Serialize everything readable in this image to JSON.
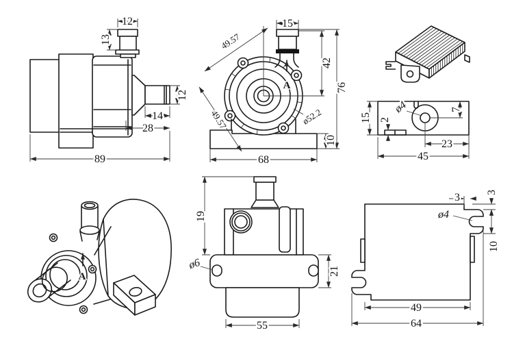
{
  "drawing": {
    "background_color": "#ffffff",
    "line_color": "#1b1b1b",
    "views": {
      "side": {
        "dims": {
          "barb_width": "12",
          "barb_height": "13",
          "outlet_dia": "12",
          "outlet_len": "14",
          "head_len": "28",
          "overall_len": "89"
        }
      },
      "front": {
        "marker": "A",
        "dims": {
          "inlet_w": "15",
          "diag1": "49.57",
          "diag2": "49.57",
          "inlet_to_center": "42",
          "overall_h": "76",
          "body_dia": "ø52.2",
          "base_h": "10",
          "base_w": "68"
        }
      },
      "bracket": {
        "dims": {
          "h": "15",
          "tab": "2",
          "hole_dia": "ø4",
          "hole_off": "7",
          "hole_edge": "23",
          "w": "45"
        }
      },
      "top": {
        "dims": {
          "inlet_h": "19",
          "slot_dia": "ø6",
          "bracket_d": "21",
          "body_w": "55"
        }
      },
      "plate": {
        "dims": {
          "slot_open": "3",
          "edge_off": "3",
          "hole_dia": "ø4",
          "slot_len": "10",
          "inner_w": "49",
          "overall_w": "64"
        }
      },
      "iso_pump": {
        "marker": "A"
      }
    }
  }
}
